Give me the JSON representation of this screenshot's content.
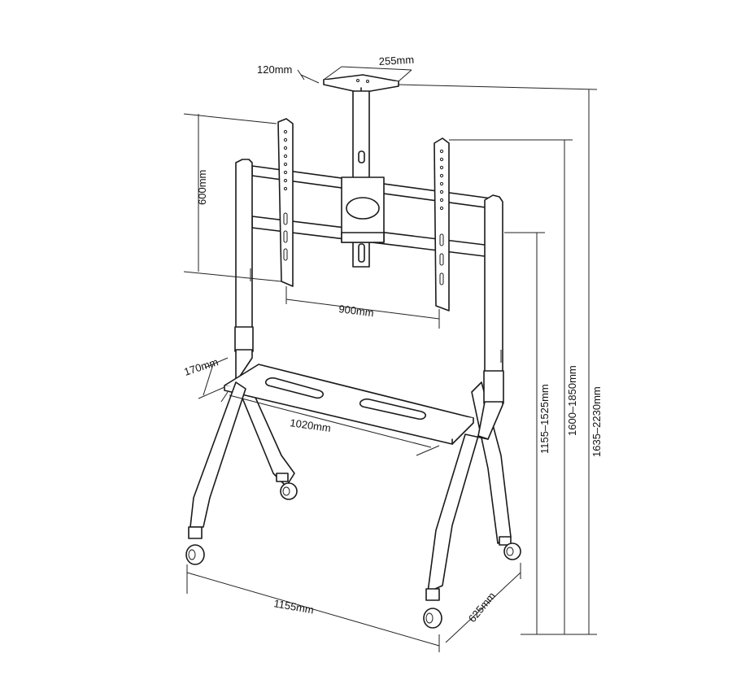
{
  "dimensions": {
    "camera_bracket_width": "255mm",
    "camera_bracket_depth": "120mm",
    "vesa_height": "600mm",
    "vesa_width": "900mm",
    "shelf_depth": "170mm",
    "shelf_width": "1020mm",
    "base_width": "1155mm",
    "base_depth": "625mm",
    "mount_height_range": "1155–1525mm",
    "column_height_range": "1600–1850mm",
    "overall_height_range": "1635–2230mm"
  }
}
